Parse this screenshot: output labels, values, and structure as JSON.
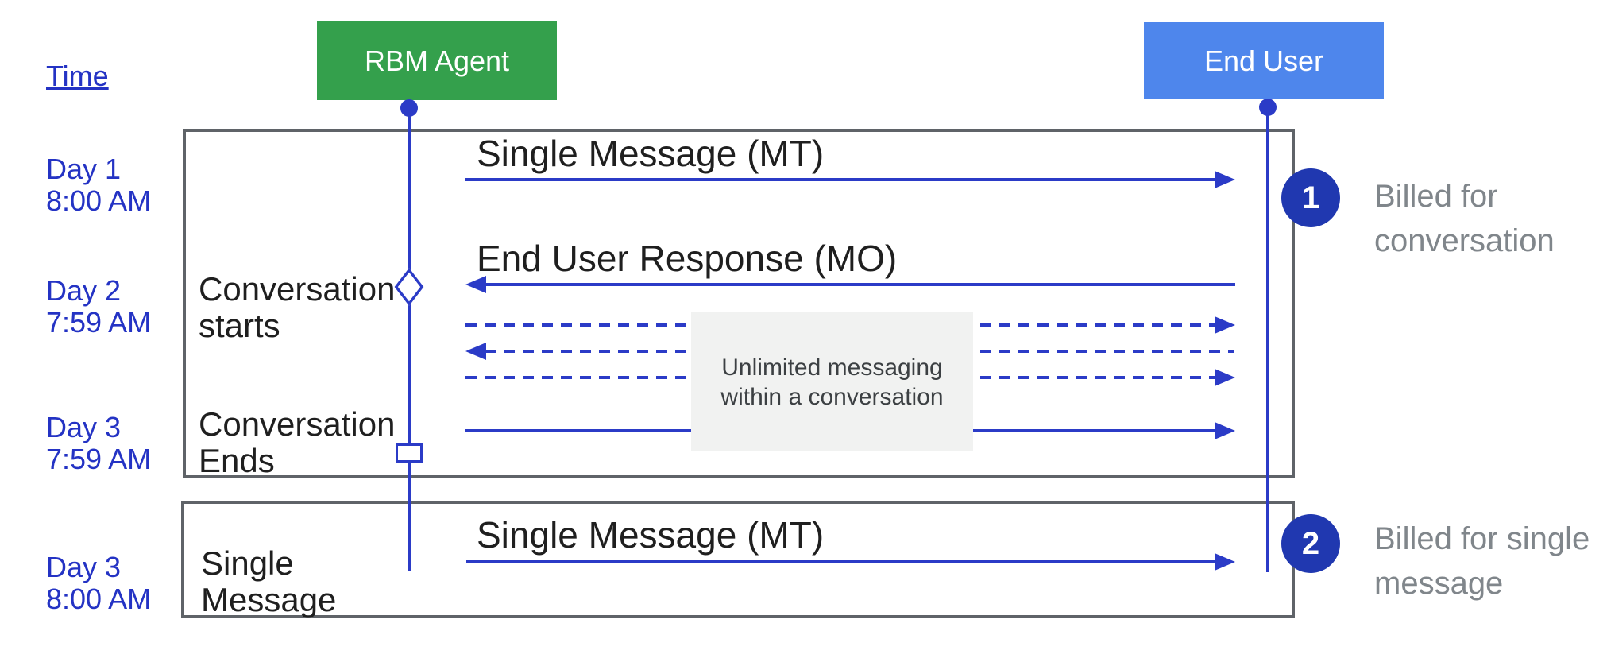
{
  "palette": {
    "agent_green": "#34A04C",
    "user_blue": "#4E86EC",
    "line_blue": "#2B3BC7",
    "time_text_blue": "#2433C4",
    "badge_blue": "#2038B0",
    "annotation_gray": "#80868B",
    "box_border_gray": "#5F6368",
    "note_bg": "#F1F2F1",
    "label_text": "#1F1F1F"
  },
  "time_axis": {
    "label": "Time"
  },
  "actors": [
    {
      "name": "RBM Agent"
    },
    {
      "name": "End User"
    }
  ],
  "time_labels": [
    {
      "line1": "Day 1",
      "line2": "8:00 AM"
    },
    {
      "line1": "Day 2",
      "line2": "7:59 AM"
    },
    {
      "line1": "Day 3",
      "line2": "7:59 AM"
    },
    {
      "line1": "Day 3",
      "line2": "8:00 AM"
    }
  ],
  "phase_labels": [
    {
      "line1": "Conversation",
      "line2": "starts"
    },
    {
      "line1": "Conversation",
      "line2": "Ends"
    },
    {
      "line1": "Single",
      "line2": "Message"
    }
  ],
  "messages": [
    {
      "label": "Single Message (MT)",
      "from": "RBM Agent",
      "to": "End User",
      "style": "solid"
    },
    {
      "label": "End User Response (MO)",
      "from": "End User",
      "to": "RBM Agent",
      "style": "solid"
    },
    {
      "label": "",
      "from": "RBM Agent",
      "to": "End User",
      "style": "dashed"
    },
    {
      "label": "",
      "from": "End User",
      "to": "RBM Agent",
      "style": "dashed"
    },
    {
      "label": "",
      "from": "RBM Agent",
      "to": "End User",
      "style": "dashed"
    },
    {
      "label": "",
      "from": "RBM Agent",
      "to": "End User",
      "style": "solid"
    },
    {
      "label": "Single Message (MT)",
      "from": "RBM Agent",
      "to": "End User",
      "style": "solid"
    }
  ],
  "note": {
    "line1": "Unlimited messaging",
    "line2": "within a conversation"
  },
  "annotations": [
    {
      "number": "1",
      "line1": "Billed for",
      "line2": "conversation"
    },
    {
      "number": "2",
      "line1": "Billed for single",
      "line2": "message"
    }
  ]
}
